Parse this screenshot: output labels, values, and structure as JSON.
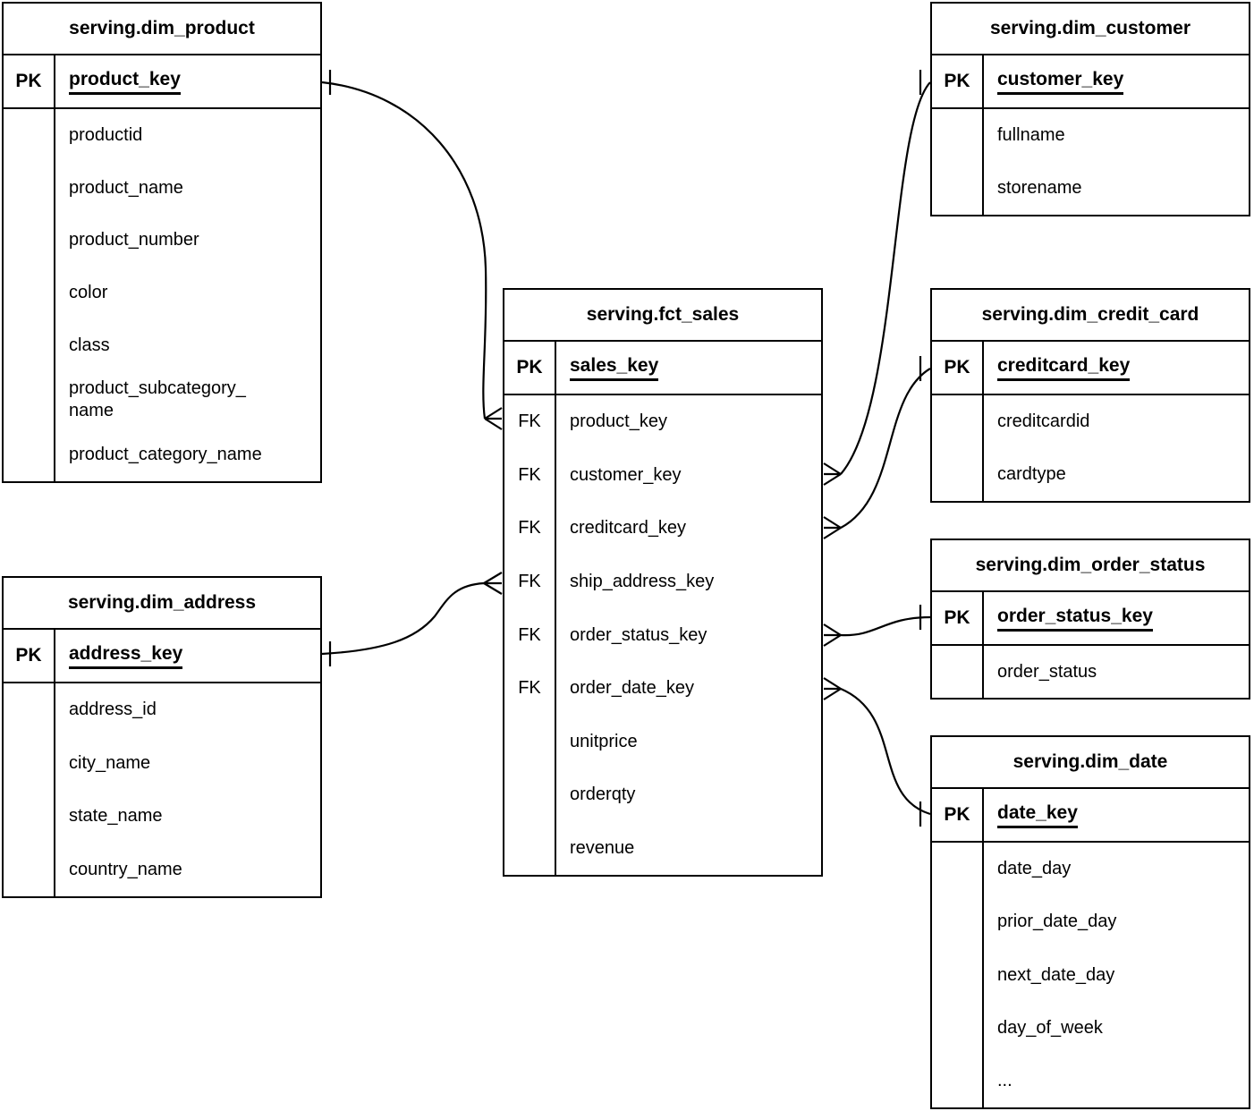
{
  "diagram": {
    "colors": {
      "line": "#000000",
      "table_background": "#ffffff",
      "text": "#000000"
    },
    "tables": [
      {
        "title": "serving.dim_product",
        "pk": {
          "tag": "PK",
          "name": "product_key"
        },
        "rows": [
          {
            "tag": "",
            "name": "productid"
          },
          {
            "tag": "",
            "name": "product_name"
          },
          {
            "tag": "",
            "name": "product_number"
          },
          {
            "tag": "",
            "name": "color"
          },
          {
            "tag": "",
            "name": "class"
          },
          {
            "tag": "",
            "name": "product_subcategory_\nname"
          },
          {
            "tag": "",
            "name": "product_category_name"
          }
        ]
      },
      {
        "title": "serving.dim_address",
        "pk": {
          "tag": "PK",
          "name": "address_key"
        },
        "rows": [
          {
            "tag": "",
            "name": "address_id"
          },
          {
            "tag": "",
            "name": "city_name"
          },
          {
            "tag": "",
            "name": "state_name"
          },
          {
            "tag": "",
            "name": "country_name"
          }
        ]
      },
      {
        "title": "serving.fct_sales",
        "pk": {
          "tag": "PK",
          "name": "sales_key"
        },
        "rows": [
          {
            "tag": "FK",
            "name": "product_key"
          },
          {
            "tag": "FK",
            "name": "customer_key"
          },
          {
            "tag": "FK",
            "name": "creditcard_key"
          },
          {
            "tag": "FK",
            "name": "ship_address_key"
          },
          {
            "tag": "FK",
            "name": "order_status_key"
          },
          {
            "tag": "FK",
            "name": "order_date_key"
          },
          {
            "tag": "",
            "name": "unitprice"
          },
          {
            "tag": "",
            "name": "orderqty"
          },
          {
            "tag": "",
            "name": "revenue"
          }
        ]
      },
      {
        "title": "serving.dim_customer",
        "pk": {
          "tag": "PK",
          "name": "customer_key"
        },
        "rows": [
          {
            "tag": "",
            "name": "fullname"
          },
          {
            "tag": "",
            "name": "storename"
          }
        ]
      },
      {
        "title": "serving.dim_credit_card",
        "pk": {
          "tag": "PK",
          "name": "creditcard_key"
        },
        "rows": [
          {
            "tag": "",
            "name": "creditcardid"
          },
          {
            "tag": "",
            "name": "cardtype"
          }
        ]
      },
      {
        "title": "serving.dim_order_status",
        "pk": {
          "tag": "PK",
          "name": "order_status_key"
        },
        "rows": [
          {
            "tag": "",
            "name": "order_status"
          }
        ]
      },
      {
        "title": "serving.dim_date",
        "pk": {
          "tag": "PK",
          "name": "date_key"
        },
        "rows": [
          {
            "tag": "",
            "name": "date_day"
          },
          {
            "tag": "",
            "name": "prior_date_day"
          },
          {
            "tag": "",
            "name": "next_date_day"
          },
          {
            "tag": "",
            "name": "day_of_week"
          },
          {
            "tag": "",
            "name": "..."
          }
        ]
      }
    ],
    "relationships": [
      {
        "from": "serving.fct_sales.product_key",
        "to": "serving.dim_product.product_key",
        "type": "many-to-one"
      },
      {
        "from": "serving.fct_sales.customer_key",
        "to": "serving.dim_customer.customer_key",
        "type": "many-to-one"
      },
      {
        "from": "serving.fct_sales.creditcard_key",
        "to": "serving.dim_credit_card.creditcard_key",
        "type": "many-to-one"
      },
      {
        "from": "serving.fct_sales.ship_address_key",
        "to": "serving.dim_address.address_key",
        "type": "many-to-one"
      },
      {
        "from": "serving.fct_sales.order_status_key",
        "to": "serving.dim_order_status.order_status_key",
        "type": "many-to-one"
      },
      {
        "from": "serving.fct_sales.order_date_key",
        "to": "serving.dim_date.date_key",
        "type": "many-to-one"
      }
    ]
  }
}
